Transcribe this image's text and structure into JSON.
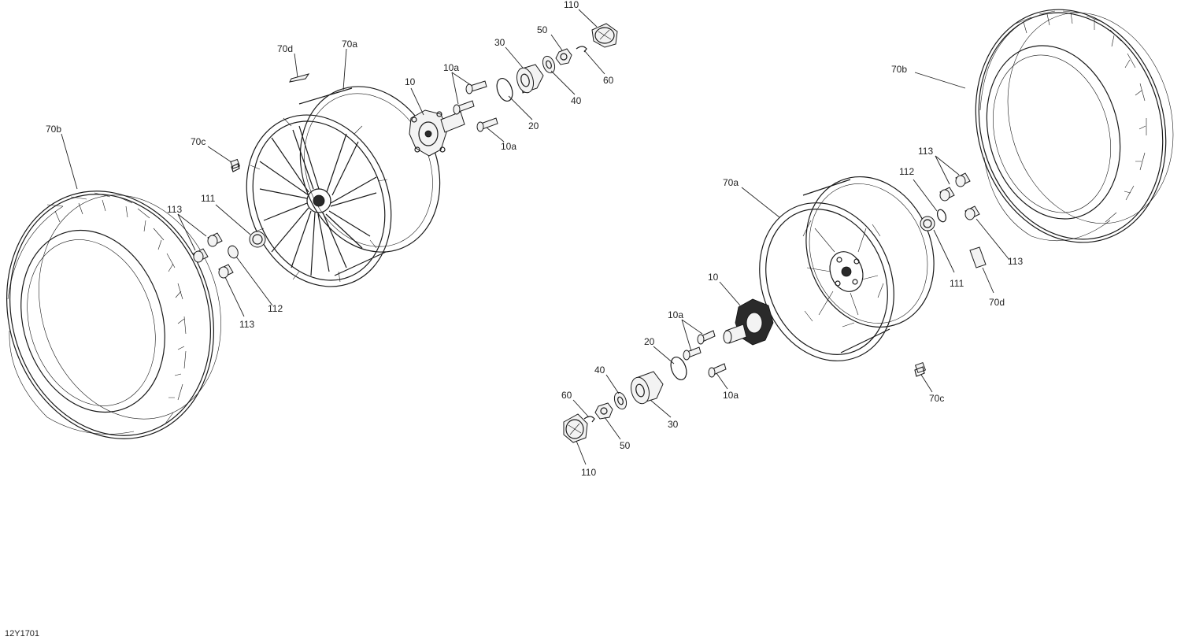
{
  "document_ref": "12Y1701",
  "callouts": {
    "left": {
      "p110": "110",
      "p50": "50",
      "p30": "30",
      "p60": "60",
      "p40": "40",
      "p20": "20",
      "p10a_top": "10a",
      "p10a_bottom": "10a",
      "p10": "10",
      "p70d": "70d",
      "p70a": "70a",
      "p70c": "70c",
      "p70b": "70b",
      "p111": "111",
      "p113_top": "113",
      "p113_bottom": "113",
      "p112": "112"
    },
    "right": {
      "p70b": "70b",
      "p113_top": "113",
      "p113_bottom": "113",
      "p112": "112",
      "p111": "111",
      "p70a": "70a",
      "p70d": "70d",
      "p10": "10",
      "p10a_top": "10a",
      "p10a_bottom": "10a",
      "p20": "20",
      "p40": "40",
      "p60": "60",
      "p30": "30",
      "p50": "50",
      "p110": "110",
      "p70c": "70c"
    }
  }
}
